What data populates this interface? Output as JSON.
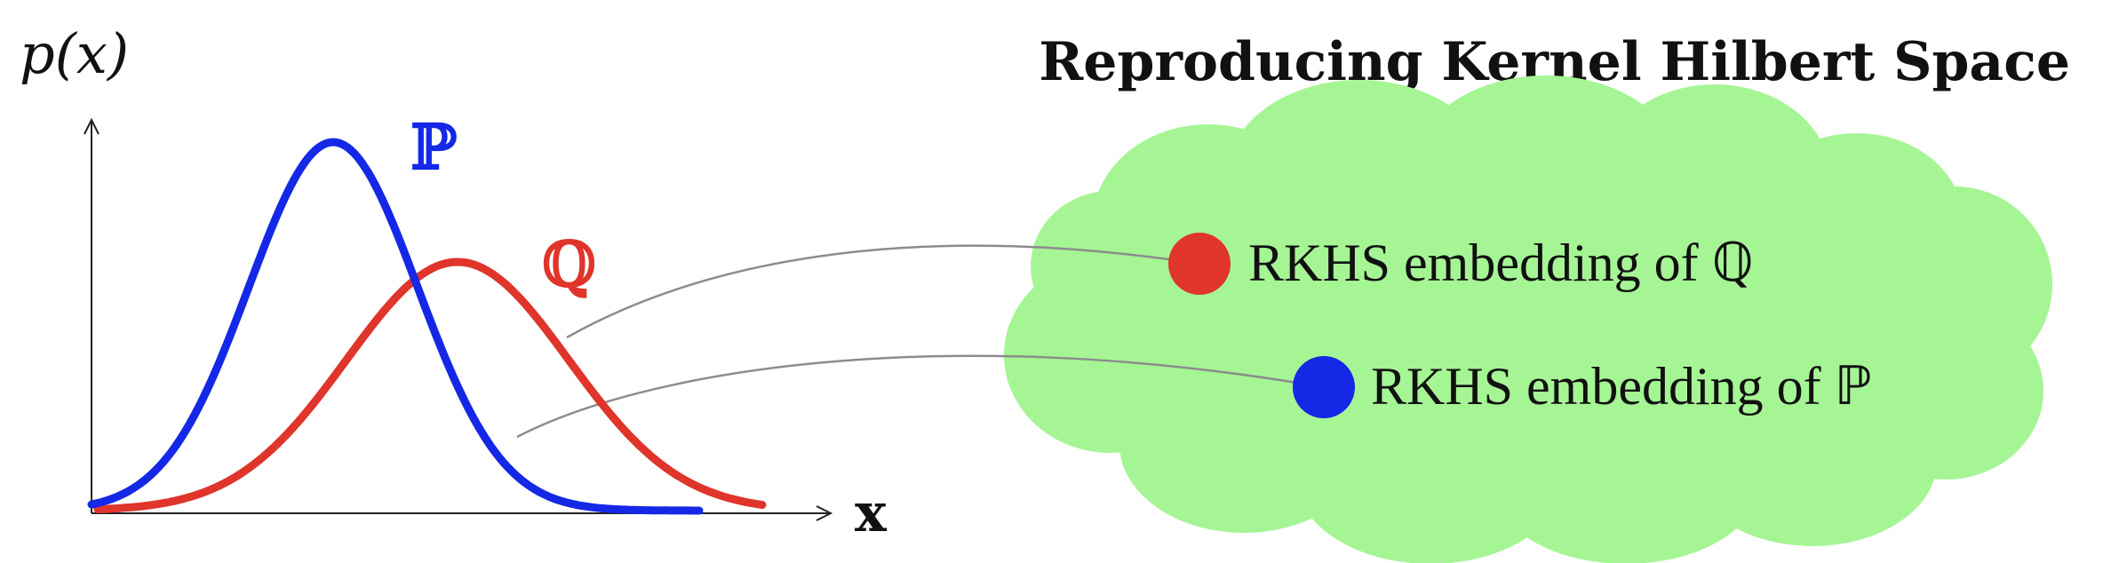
{
  "title": "Reproducing Kernel Hilbert Space",
  "plot": {
    "y_axis_label": "p(x)",
    "x_axis_label": "x",
    "distributions": [
      {
        "id": "P",
        "label": "ℙ",
        "color": "#1428e6"
      },
      {
        "id": "Q",
        "label": "ℚ",
        "color": "#e0352b"
      }
    ]
  },
  "rkhs": {
    "cloud_color": "#a6f595",
    "embeddings": [
      {
        "id": "Q",
        "label": "RKHS embedding of ℚ",
        "color": "#e0352b"
      },
      {
        "id": "P",
        "label": "RKHS embedding of ℙ",
        "color": "#1428e6"
      }
    ],
    "connector_color": "#8c8c8c"
  }
}
